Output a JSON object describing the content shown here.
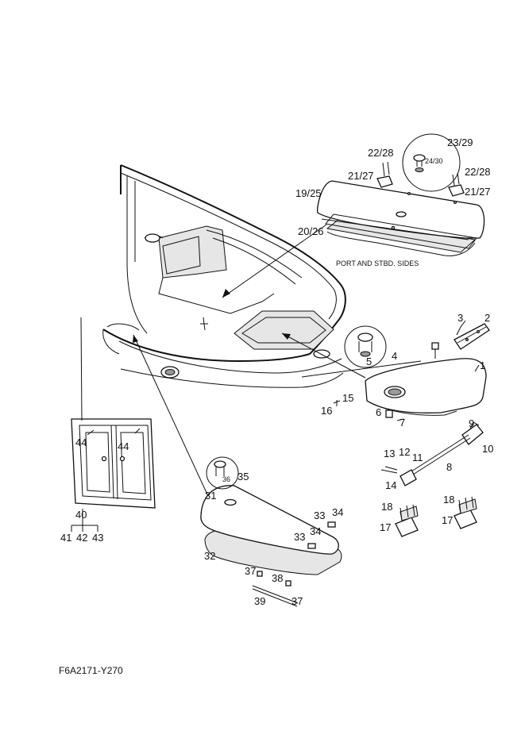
{
  "diagram": {
    "figure_code": "F6A2171-Y270",
    "note": "PORT AND STBD. SIDES",
    "callouts": {
      "c1": "1",
      "c2": "2",
      "c3": "3",
      "c4": "4",
      "c5": "5",
      "c6": "6",
      "c7": "7",
      "c8": "8",
      "c9": "9",
      "c10": "10",
      "c11": "11",
      "c12": "12",
      "c13": "13",
      "c14": "14",
      "c15": "15",
      "c16": "16",
      "c17a": "17",
      "c17b": "17",
      "c18a": "18",
      "c18b": "18",
      "c19_25": "19/25",
      "c20_26": "20/26",
      "c21_27a": "21/27",
      "c21_27b": "21/27",
      "c22_28a": "22/28",
      "c22_28b": "22/28",
      "c23_29": "23/29",
      "c24_30": "24/30",
      "c31": "31",
      "c32": "32",
      "c33a": "33",
      "c33b": "33",
      "c34a": "34",
      "c34b": "34",
      "c35": "35",
      "c36": "36",
      "c37a": "37",
      "c37b": "37",
      "c38": "38",
      "c39": "39",
      "c40": "40",
      "c41": "41",
      "c42": "42",
      "c43": "43",
      "c44a": "44",
      "c44b": "44"
    }
  }
}
